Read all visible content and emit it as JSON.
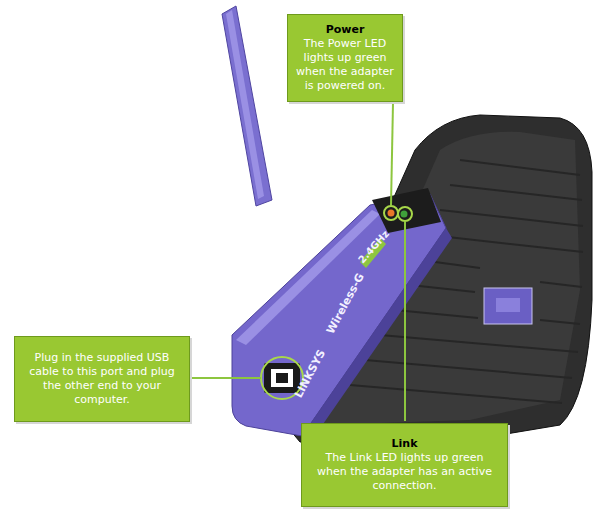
{
  "diagram": {
    "nodes": [
      {
        "text": [
          "Power",
          "The Power LED lights up green when the adapter is powered on."
        ]
      },
      {
        "text": [
          "Plug in the supplied USB cable to this port and plug the other end to your computer."
        ]
      },
      {
        "text": [
          "Link",
          "The Link LED lights up green when the adapter has an active connection."
        ]
      }
    ],
    "labels": [
      "LINKSYS",
      "Wireless-G",
      "2.4GHz"
    ]
  }
}
